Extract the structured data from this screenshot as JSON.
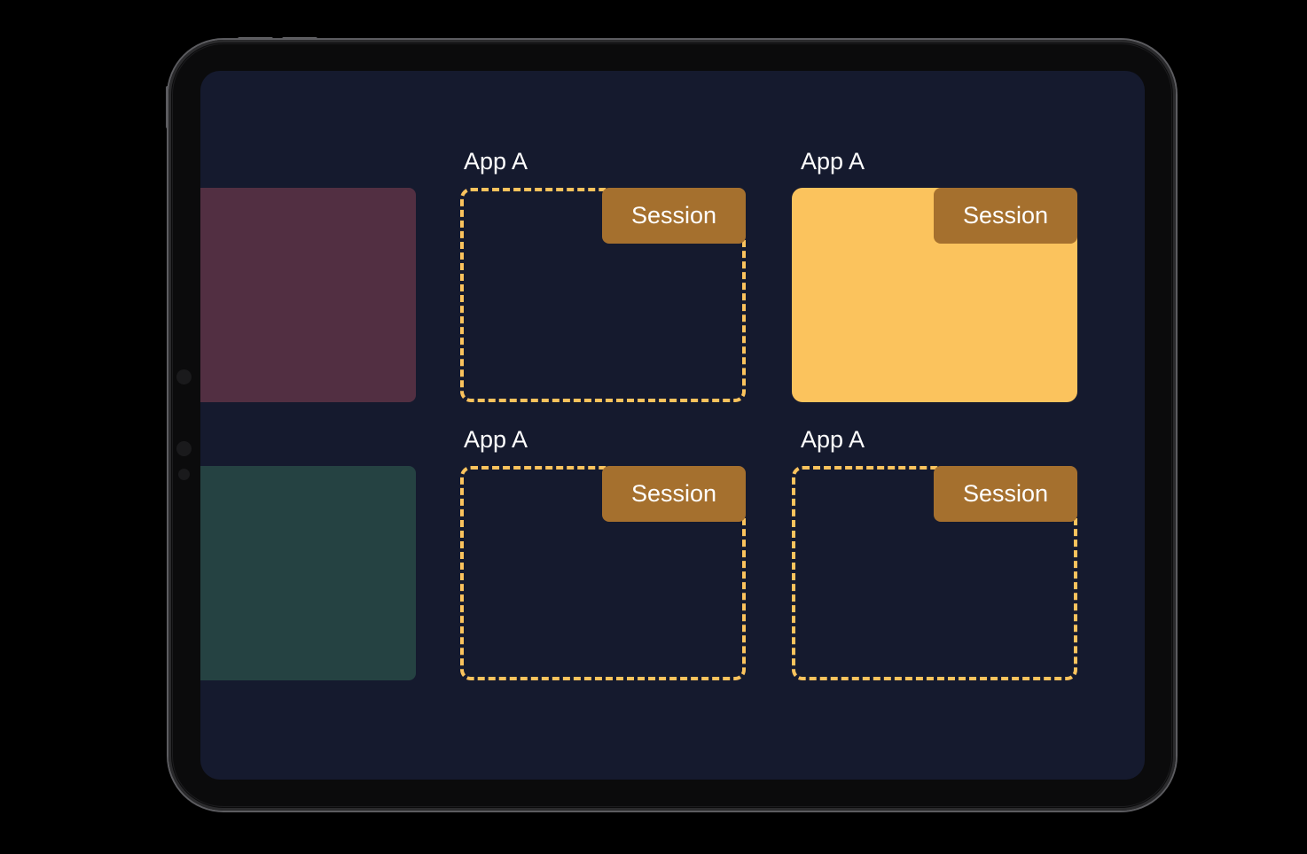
{
  "colors": {
    "background": "#000000",
    "screen": "#151a2e",
    "accent": "#fbc35d",
    "badge": "#a5702e",
    "panel_top": "#522f42",
    "panel_bottom": "#254242",
    "text": "#ffffff"
  },
  "tiles": [
    {
      "app_label": "App A",
      "session_label": "Session",
      "style": "dashed"
    },
    {
      "app_label": "App A",
      "session_label": "Session",
      "style": "filled"
    },
    {
      "app_label": "App A",
      "session_label": "Session",
      "style": "dashed"
    },
    {
      "app_label": "App A",
      "session_label": "Session",
      "style": "dashed"
    }
  ]
}
